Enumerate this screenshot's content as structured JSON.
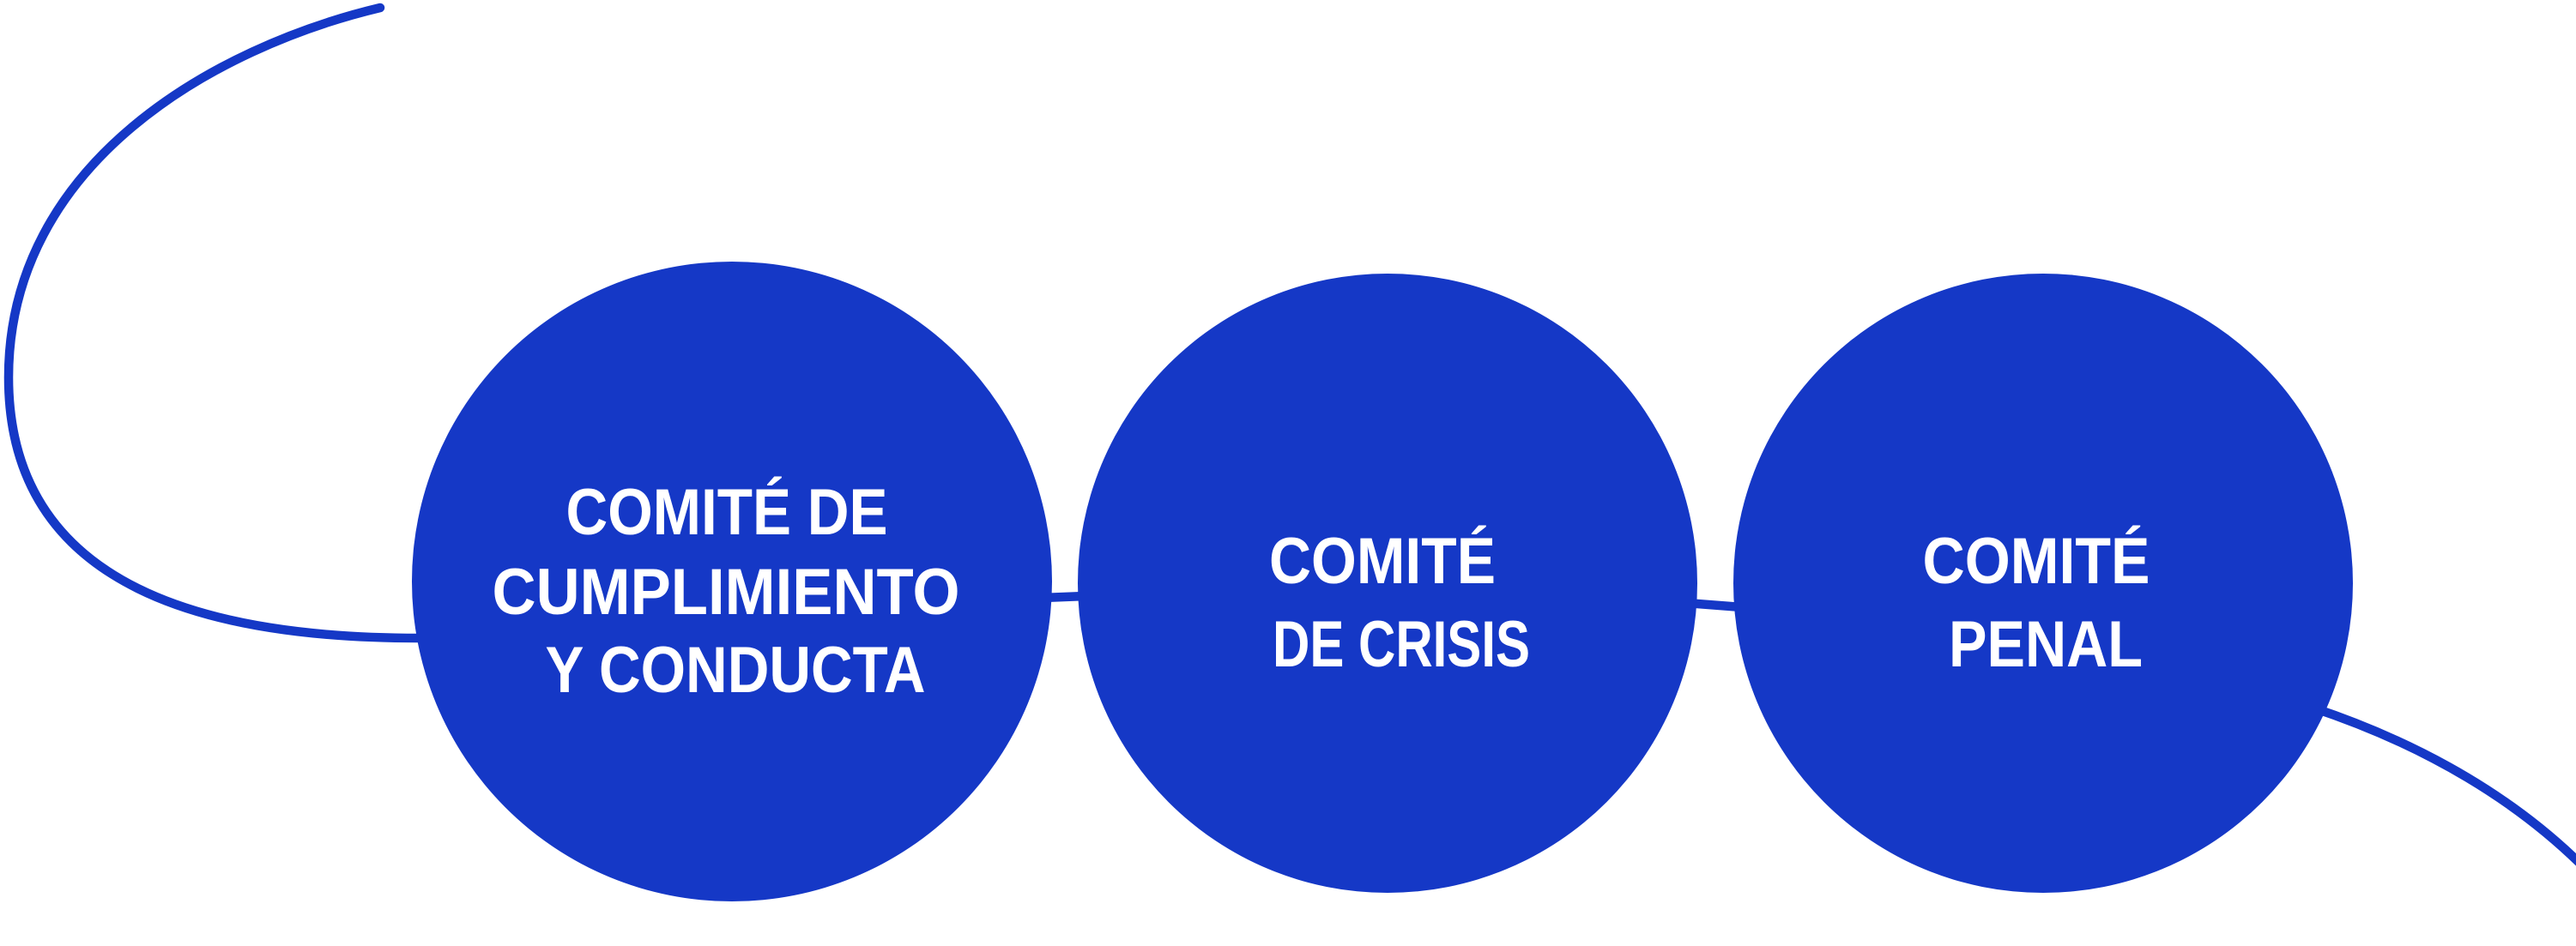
{
  "diagram": {
    "colors": {
      "primary": "#1538C6",
      "text": "#FFFFFF",
      "background": "#FFFFFF"
    },
    "nodes": [
      {
        "id": "cumplimiento",
        "lines": [
          "COMITÉ DE",
          "CUMPLIMIENTO",
          "Y CONDUCTA"
        ]
      },
      {
        "id": "crisis",
        "lines": [
          "COMITÉ",
          "DE CRISIS"
        ]
      },
      {
        "id": "penal",
        "lines": [
          "COMITÉ",
          "PENAL"
        ]
      }
    ]
  }
}
